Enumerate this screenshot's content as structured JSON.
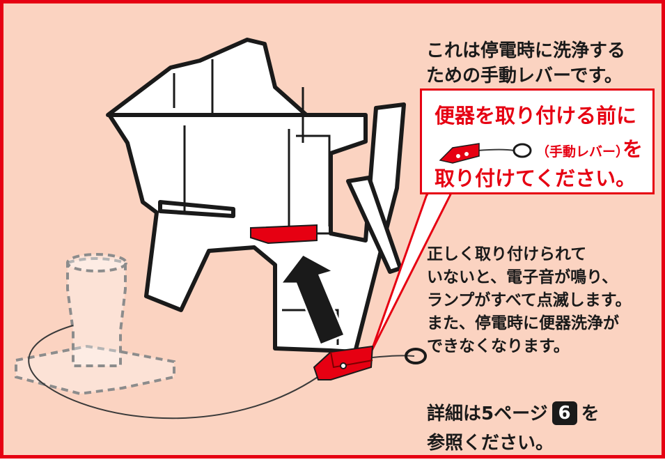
{
  "intro": {
    "line1": "これは停電時に洗浄する",
    "line2": "ための手動レバーです。"
  },
  "callout": {
    "line1": "便器を取り付ける前に",
    "paren": "（手動レバー）",
    "particle": "を",
    "line3": "取り付けてください。"
  },
  "warning": {
    "line1": "正しく取り付けられて",
    "line2": "いないと、電子音が鳴り、",
    "line3": "ランプがすべて点滅します。",
    "line4": "また、停電時に便器洗浄が",
    "line5": "できなくなります。"
  },
  "reference": {
    "prefix": "詳細は5ページ",
    "badge": "6",
    "suffix": "を",
    "line2": "参照ください。"
  },
  "colors": {
    "accent": "#e60012",
    "background": "#fbd3c1",
    "ink": "#1a1a1a"
  }
}
